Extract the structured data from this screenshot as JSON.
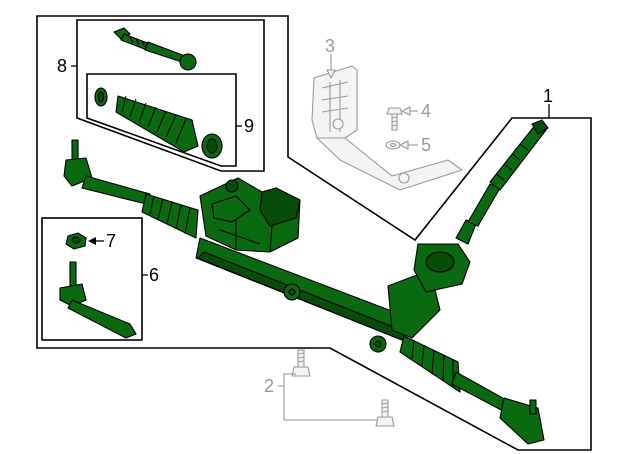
{
  "callouts": {
    "c1": "1",
    "c2": "2",
    "c3": "3",
    "c4": "4",
    "c5": "5",
    "c6": "6",
    "c7": "7",
    "c8": "8",
    "c9": "9"
  },
  "colors": {
    "part": "#0a6a10",
    "ghost": "#9a9a9a"
  }
}
